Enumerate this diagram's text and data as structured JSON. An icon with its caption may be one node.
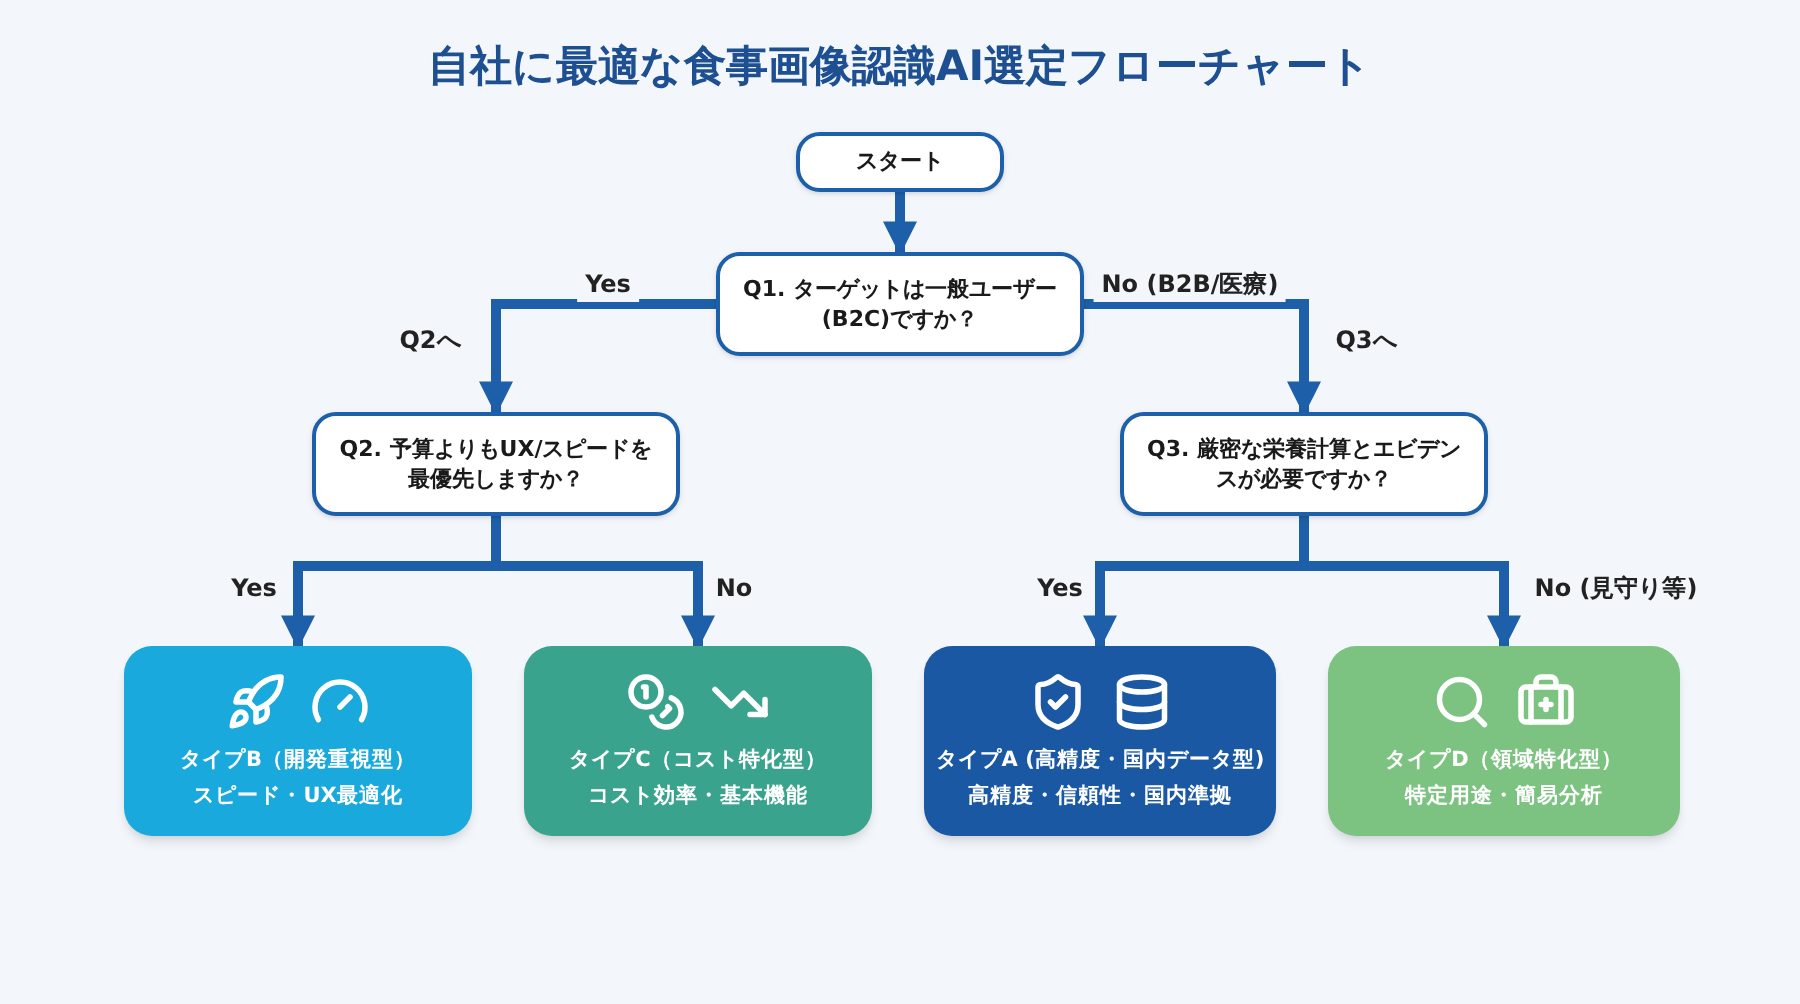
{
  "diagram": {
    "title": "自社に最適な食事画像認識AI選定フローチャート",
    "nodes": [
      {
        "text": [
          "スタート"
        ]
      },
      {
        "text": [
          "Q1. ターゲットは一般ユーザー(B2C)ですか？"
        ]
      },
      {
        "text": [
          "Q2. 予算よりもUX/スピードを最優先しますか？"
        ]
      },
      {
        "text": [
          "Q3. 厳密な栄養計算とエビデンスが必要ですか？"
        ]
      },
      {
        "text": [
          "タイプB（開発重視型）",
          "スピード・UX最適化"
        ]
      },
      {
        "text": [
          "タイプC（コスト特化型）",
          "コスト効率・基本機能"
        ]
      },
      {
        "text": [
          "タイプA (高精度・国内データ型)",
          "高精度・信頼性・国内準拠"
        ]
      },
      {
        "text": [
          "タイプD（領域特化型）",
          "特定用途・簡易分析"
        ]
      }
    ],
    "edges": [
      {
        "from": 0,
        "to": 1,
        "arrow": "to"
      },
      {
        "from": 1,
        "to": 2,
        "arrow": "to",
        "label": "Yes"
      },
      {
        "from": 1,
        "to": 3,
        "arrow": "to",
        "label": "No (B2B/医療)"
      },
      {
        "from": 2,
        "to": 4,
        "arrow": "to",
        "label": "Yes"
      },
      {
        "from": 2,
        "to": 5,
        "arrow": "to",
        "label": "No"
      },
      {
        "from": 3,
        "to": 6,
        "arrow": "to",
        "label": "Yes"
      },
      {
        "from": 3,
        "to": 7,
        "arrow": "to",
        "label": "No (見守り等)"
      }
    ],
    "labels": [
      "Q2へ",
      "Q3へ"
    ]
  }
}
